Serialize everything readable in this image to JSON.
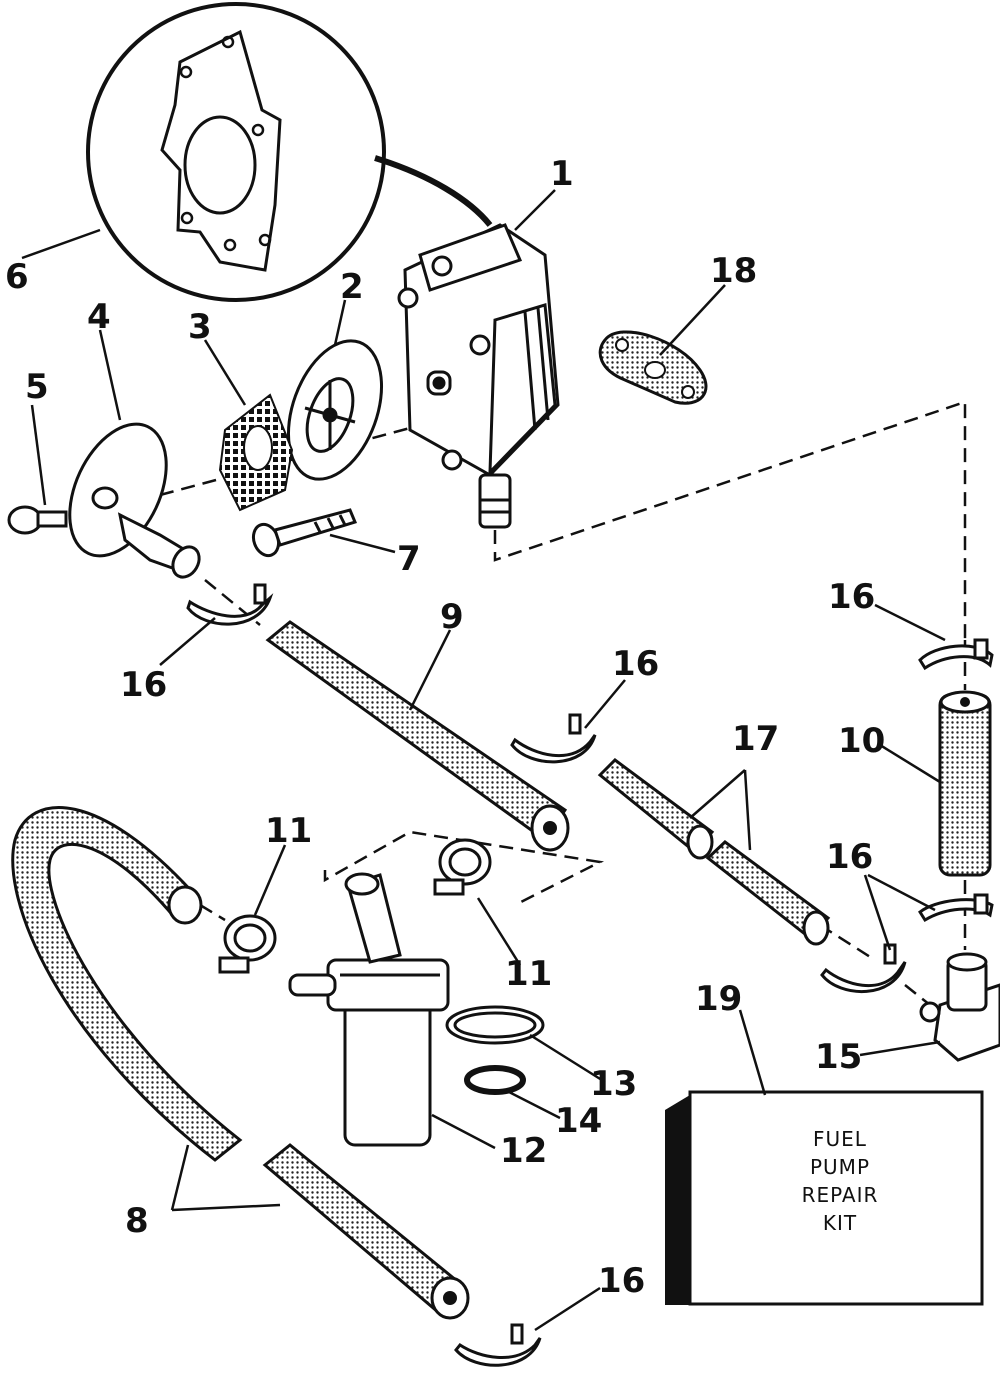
{
  "callouts": {
    "c1": "1",
    "c2": "2",
    "c3": "3",
    "c4": "4",
    "c5": "5",
    "c6": "6",
    "c7": "7",
    "c8": "8",
    "c9": "9",
    "c10": "10",
    "c11a": "11",
    "c11b": "11",
    "c12": "12",
    "c13": "13",
    "c14": "14",
    "c15": "15",
    "c16a": "16",
    "c16b": "16",
    "c16c": "16",
    "c16d": "16",
    "c16e": "16",
    "c17": "17",
    "c18": "18",
    "c19": "19"
  },
  "kit_label": [
    "FUEL",
    "PUMP",
    "REPAIR",
    "KIT"
  ],
  "colors": {
    "ink": "#111111",
    "paper": "#ffffff",
    "hose": "#d8d8d8"
  }
}
